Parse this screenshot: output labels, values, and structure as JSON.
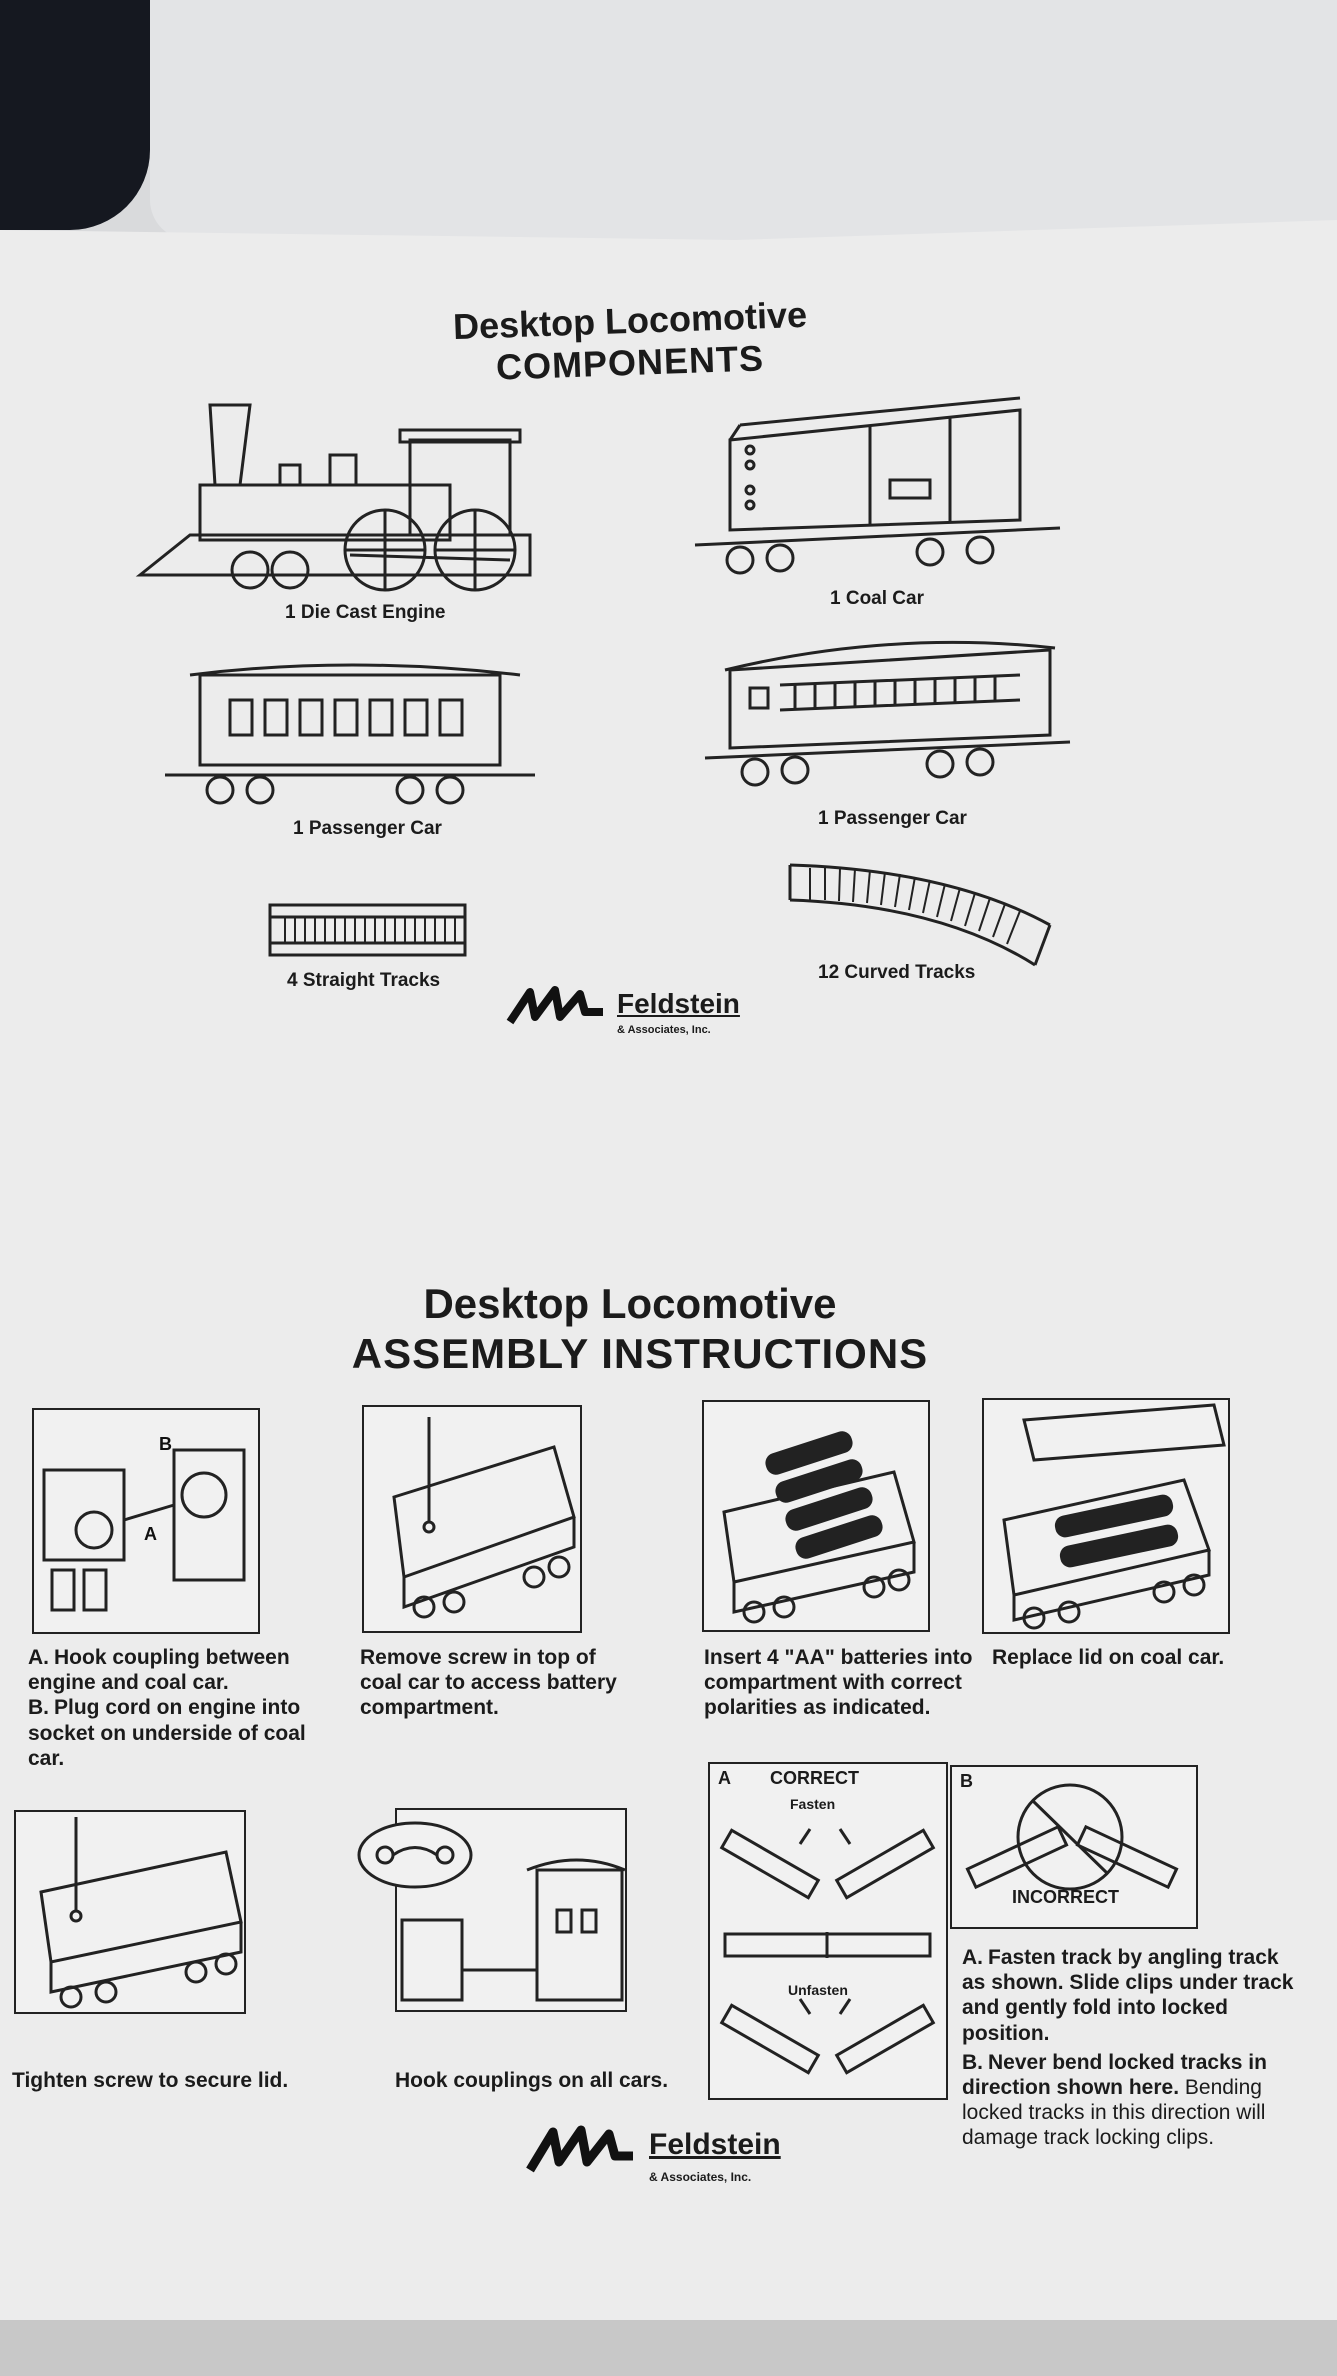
{
  "components": {
    "title_line1": "Desktop Locomotive",
    "title_line2": "COMPONENTS",
    "items": [
      {
        "label": "1 Die Cast Engine"
      },
      {
        "label": "1 Coal Car"
      },
      {
        "label": "1 Passenger Car"
      },
      {
        "label": "1 Passenger Car"
      },
      {
        "label": "4 Straight Tracks"
      },
      {
        "label": "12 Curved Tracks"
      }
    ]
  },
  "logo": {
    "name": "Feldstein",
    "sub": "& Associates, Inc."
  },
  "assembly": {
    "title_line1": "Desktop Locomotive",
    "title_line2": "ASSEMBLY INSTRUCTIONS",
    "step1": {
      "a_prefix": "A.",
      "a_text": "Hook coupling between engine and coal car.",
      "b_prefix": "B.",
      "b_text": "Plug cord on engine into socket on underside of coal car.",
      "fig_a": "A",
      "fig_b": "B"
    },
    "step2": {
      "text": "Remove screw in top of coal car to access battery compartment."
    },
    "step3": {
      "text": "Insert 4 \"AA\" batteries into compartment with correct polarities as indicated."
    },
    "step4": {
      "text": "Replace lid on coal car."
    },
    "step5": {
      "text": "Tighten screw to secure lid."
    },
    "step6": {
      "text": "Hook couplings on all cars."
    },
    "track": {
      "panel_a": "A",
      "correct": "CORRECT",
      "fasten": "Fasten",
      "unfasten": "Unfasten",
      "panel_b": "B",
      "incorrect": "INCORRECT",
      "a_prefix": "A.",
      "a_text": "Fasten track by angling track as shown. Slide clips under track and gently fold into locked position.",
      "b_prefix": "B.",
      "b_bold": "Never bend locked tracks in direction shown here.",
      "b_text": "Bending locked tracks in this direction will damage track locking clips."
    }
  }
}
